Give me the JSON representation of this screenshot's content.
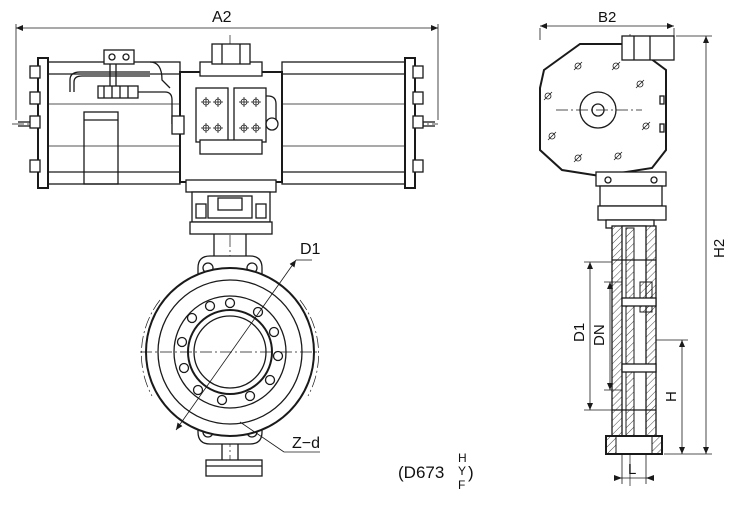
{
  "labels": {
    "a2": "A2",
    "b2": "B2",
    "h2": "H2",
    "d1_front": "D1",
    "d1_side": "D1",
    "dn": "DN",
    "h": "H",
    "l": "L",
    "zd": "Z−d"
  },
  "model": {
    "prefix": "(D673",
    "sup": "H",
    "mid": "Y",
    "sub": "F",
    "suffix": ")"
  }
}
